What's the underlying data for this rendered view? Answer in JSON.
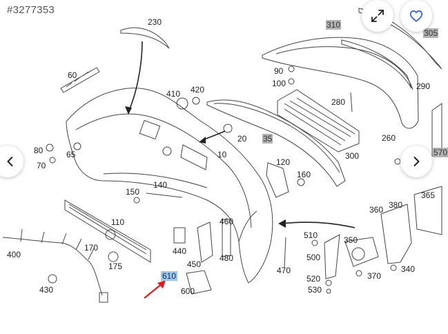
{
  "viewer": {
    "image_code": "#3277353",
    "colors": {
      "heart": "#3a66d6",
      "highlight": "#b3b3b3",
      "selected": "#9fc6ee",
      "arrow": "#e21b1b"
    },
    "icons": {
      "expand": "expand-icon",
      "favorite": "heart-icon",
      "prev": "chevron-left-icon",
      "next": "chevron-right-icon"
    }
  },
  "diagram": {
    "part_labels": {
      "p230": "230",
      "p310": "310",
      "p305": "305",
      "p60": "60",
      "p90": "90",
      "p100": "100",
      "p410": "410",
      "p420": "420",
      "p290": "290",
      "p280": "280",
      "p20": "20",
      "p35": "35",
      "p260": "260",
      "p80": "80",
      "p65": "65",
      "p10": "10",
      "p300": "300",
      "p70": "70",
      "p120": "120",
      "p570": "570",
      "p160": "160",
      "p150": "150",
      "p140": "140",
      "p365": "365",
      "p380": "380",
      "p360": "360",
      "p110": "110",
      "p460": "460",
      "p510": "510",
      "p350": "350",
      "p400": "400",
      "p170": "170",
      "p440": "440",
      "p480": "480",
      "p500": "500",
      "p175": "175",
      "p450": "450",
      "p470": "470",
      "p340": "340",
      "p610": "610",
      "p370": "370",
      "p520": "520",
      "p430": "430",
      "p600": "600",
      "p530": "530"
    }
  }
}
